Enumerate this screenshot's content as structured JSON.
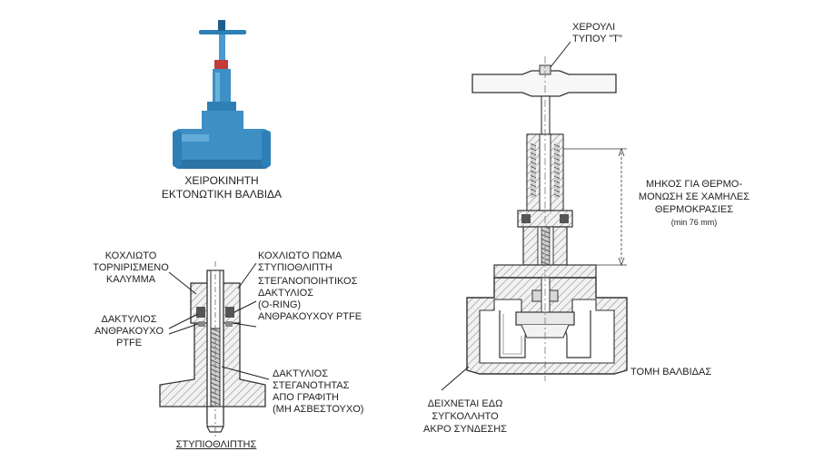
{
  "photo": {
    "caption_line1": "ΧΕΙΡΟΚΙΝΗΤΗ",
    "caption_line2": "ΕΚΤΟΝΩΤΙΚΗ ΒΑΛΒΙΔΑ",
    "colors": {
      "body": "#3d8fc4",
      "highlight": "#7fc0e6",
      "shadow": "#1f5f8c",
      "band": "#c23a3a"
    }
  },
  "gland": {
    "title": "ΣΤΥΠΙΟΘΛΙΠΤΗΣ",
    "left_labels": {
      "bonnet": [
        "ΚΟΧΛΙΩΤΟ",
        "ΤΟΡΝΙΡΙΣΜΕΝΟ",
        "ΚΑΛΥΜΜΑ"
      ],
      "ring": [
        "ΔΑΚΤΥΛΙΟΣ",
        "ΑΝΘΡΑΚΟΥΧΟ",
        "PTFE"
      ]
    },
    "right_labels": {
      "cap": [
        "ΚΟΧΛΙΩΤΟ ΠΩΜΑ",
        "ΣΤΥΠΙΟΘΛΙΠΤΗ"
      ],
      "oring": [
        "ΣΤΕΓΑΝΟΠΟΙΗΤΙΚΟΣ",
        "ΔΑΚΤΥΛΙΟΣ",
        "(O-RING)",
        "ΑΝΘΡΑΚΟΥΧΟΥ PTFE"
      ],
      "graphite": [
        "ΔΑΚΤΥΛΙΟΣ",
        "ΣΤΕΓΑΝΟΤΗΤΑΣ",
        "ΑΠΟ ΓΡΑΦΙΤΗ",
        "(ΜΗ ΑΣΒΕΣΤΟΥΧΟ)"
      ]
    }
  },
  "section": {
    "handle_label": [
      "ΧΕΡΟΥΛΙ",
      "ΤΥΠΟΥ \"Τ\""
    ],
    "insulation_label": [
      "ΜΗΚΟΣ ΓΙΑ ΘΕΡΜΟ-",
      "ΜΟΝΩΣΗ ΣΕ ΧΑΜΗΛΕΣ",
      "ΘΕΡΜΟΚΡΑΣΙΕΣ",
      "(min 76 mm)"
    ],
    "section_label": "ΤΟΜΗ ΒΑΛΒΙΔΑΣ",
    "weld_label": [
      "ΔΕΙΧΝΕΤΑΙ ΕΔΩ",
      "ΣΥΓΚΟΛΛΗΤΟ",
      "ΑΚΡΟ ΣΥΝΔΕΣΗΣ"
    ]
  }
}
